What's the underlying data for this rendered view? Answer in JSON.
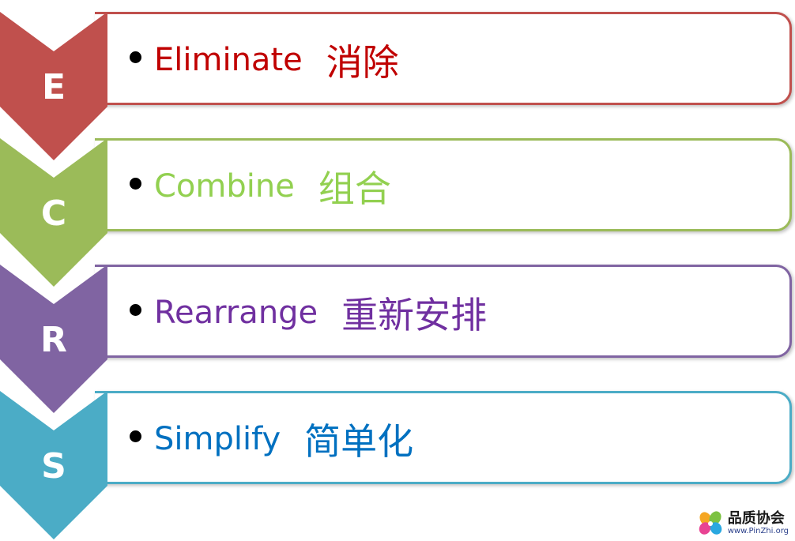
{
  "steps": [
    {
      "letter": "E",
      "english": "Eliminate",
      "chinese": "消除",
      "color": "#c0504d",
      "text_color": "#c00000"
    },
    {
      "letter": "C",
      "english": "Combine",
      "chinese": "组合",
      "color": "#9bbb59",
      "text_color": "#92d050"
    },
    {
      "letter": "R",
      "english": "Rearrange",
      "chinese": "重新安排",
      "color": "#8064a2",
      "text_color": "#7030a0"
    },
    {
      "letter": "S",
      "english": "Simplify",
      "chinese": "简单化",
      "color": "#4bacc6",
      "text_color": "#0070c0"
    }
  ],
  "logo": {
    "name": "品质协会",
    "url": "www.PinZhi.org"
  }
}
